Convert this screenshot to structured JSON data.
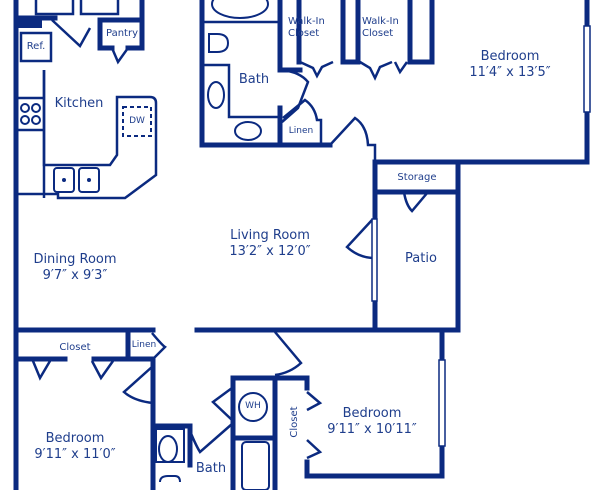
{
  "colors": {
    "wall": "#0b2a80",
    "text": "#1f3e8c",
    "background": "#ffffff"
  },
  "rooms": {
    "kitchen": {
      "name": "Kitchen"
    },
    "ref": {
      "name": "Ref."
    },
    "pantry": {
      "name": "Pantry"
    },
    "dw": {
      "name": "DW"
    },
    "master_bath": {
      "name": "Bath"
    },
    "walkin_1": {
      "name": "Walk-In Closet"
    },
    "walkin_2": {
      "name": "Walk-In Closet"
    },
    "linen_top": {
      "name": "Linen"
    },
    "master_bedroom": {
      "name": "Bedroom",
      "dimensions": "11′4″ x 13′5″"
    },
    "storage": {
      "name": "Storage"
    },
    "dining_room": {
      "name": "Dining Room",
      "dimensions": "9′7″ x 9′3″"
    },
    "living_room": {
      "name": "Living Room",
      "dimensions": "13′2″ x 12′0″"
    },
    "patio": {
      "name": "Patio"
    },
    "closet_left": {
      "name": "Closet"
    },
    "linen_bottom": {
      "name": "Linen"
    },
    "bedroom_left": {
      "name": "Bedroom",
      "dimensions": "9′11″ x 11′0″"
    },
    "wh": {
      "name": "WH"
    },
    "bath_bottom": {
      "name": "Bath"
    },
    "closet_right": {
      "name": "Closet"
    },
    "bedroom_right": {
      "name": "Bedroom",
      "dimensions": "9′11″ x 10′11″"
    }
  }
}
